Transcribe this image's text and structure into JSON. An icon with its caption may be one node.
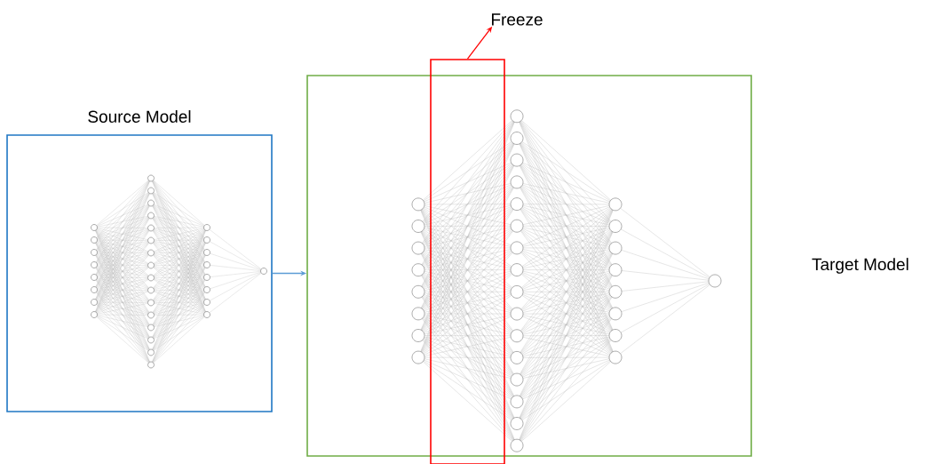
{
  "diagram": {
    "nodes": [
      {
        "text": [
          "Freeze"
        ]
      },
      {
        "text": [
          "Source Model"
        ]
      },
      {
        "text": [
          "Target Model"
        ]
      },
      {
        "text": [],
        "shape": "box"
      }
    ],
    "edges": [
      {
        "from": 1,
        "to": 2,
        "arrow": "to",
        "color": "#5b9bd5"
      },
      {
        "from": 3,
        "to": 0,
        "arrow": "to",
        "color": "#ff0000"
      }
    ]
  }
}
